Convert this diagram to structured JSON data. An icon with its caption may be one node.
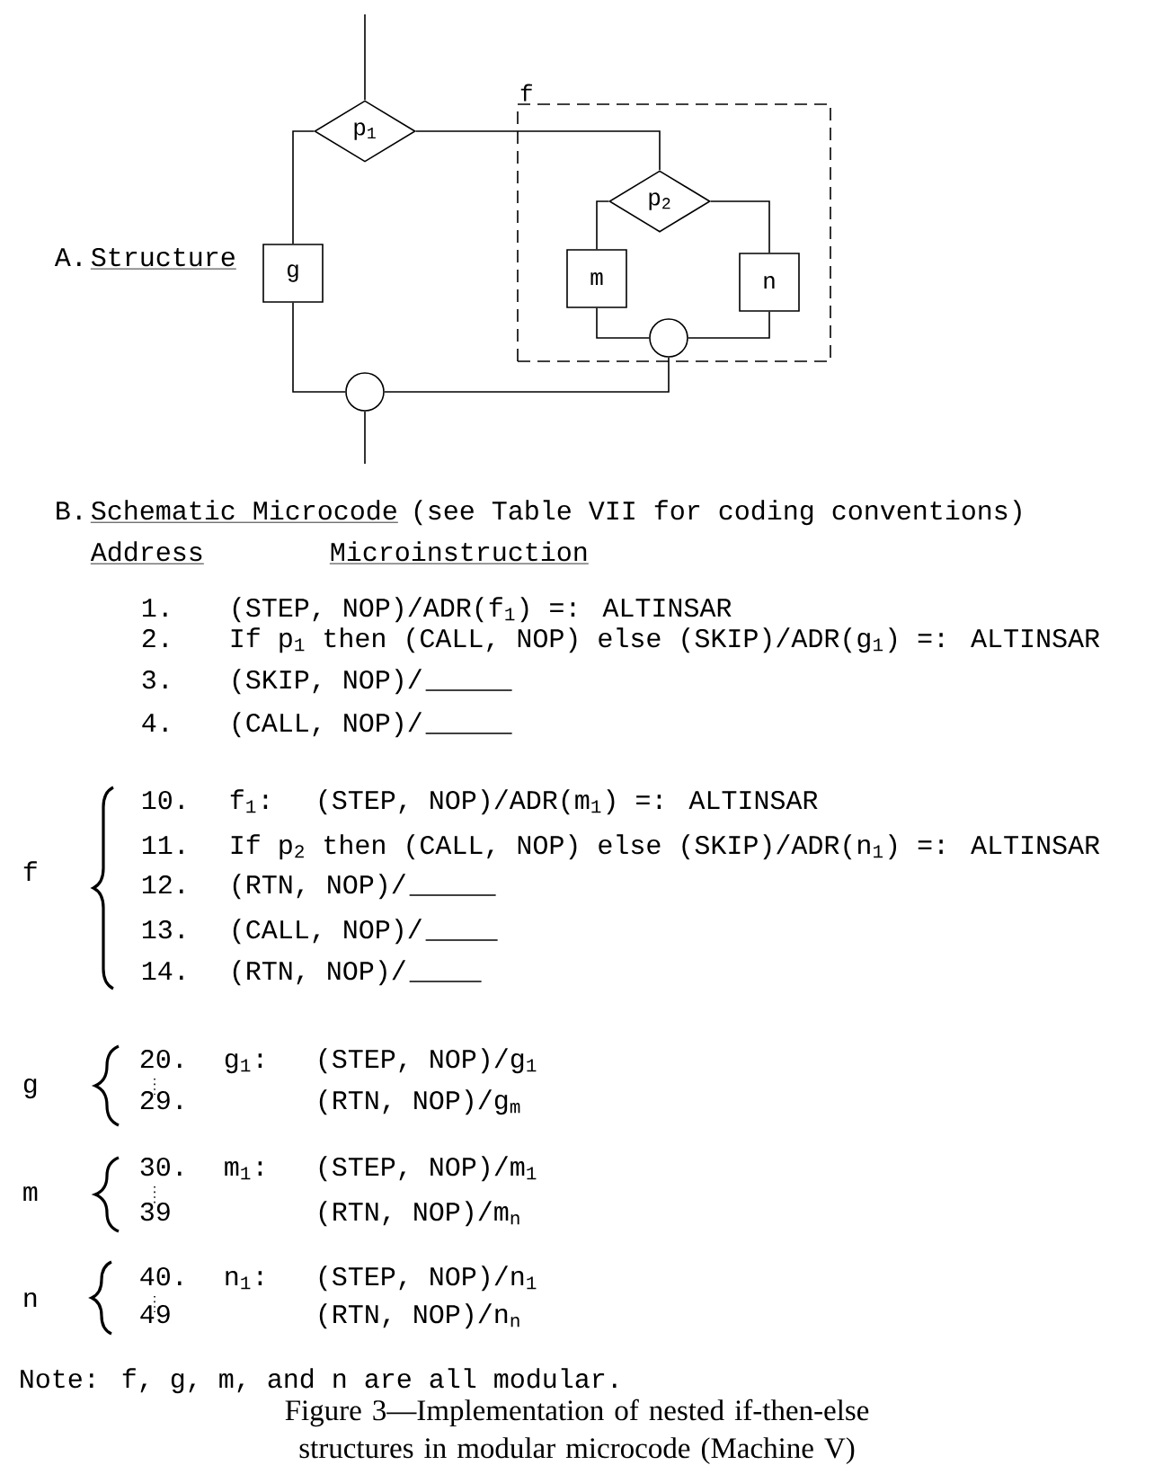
{
  "diagram": {
    "caption": "Figure 3—Implementation of nested if-then-else structures in modular microcode (Machine V)",
    "nodes": [
      {
        "text": [
          "p$_{1}$"
        ]
      },
      {
        "text": [
          "f"
        ]
      },
      {
        "text": [
          "p$_{2}$"
        ],
        "in": 1
      },
      {
        "text": [
          "m"
        ],
        "in": 1
      },
      {
        "text": [
          "n"
        ],
        "in": 1
      },
      {
        "text": [],
        "shape": "circle",
        "in": 1
      },
      {
        "text": [
          "g"
        ]
      },
      {
        "text": [],
        "shape": "circle"
      }
    ],
    "edges": [
      {
        "from": null,
        "to": 0,
        "arrow": "none"
      },
      {
        "from": 0,
        "to": 6,
        "arrow": "none"
      },
      {
        "from": 0,
        "to": 2,
        "arrow": "none"
      },
      {
        "from": 2,
        "to": 3,
        "arrow": "none"
      },
      {
        "from": 2,
        "to": 4,
        "arrow": "none"
      },
      {
        "from": 3,
        "to": 5,
        "arrow": "none"
      },
      {
        "from": 4,
        "to": 5,
        "arrow": "none"
      },
      {
        "from": 6,
        "to": 7,
        "arrow": "none"
      },
      {
        "from": 5,
        "to": 7,
        "arrow": "none"
      },
      {
        "from": 7,
        "to": null,
        "arrow": "none"
      }
    ],
    "labels": [
      "A.",
      "Structure",
      "B.",
      "Schematic Microcode",
      "(see Table VII for coding conventions)",
      "Address",
      "Microinstruction",
      "1.",
      "(STEP, NOP)/ADR(f$_{1}$) =: ALTINSAR",
      "2.",
      "If p$_{1}$ then (CALL, NOP) else (SKIP)/ADR(g$_{1}$) =: ALTINSAR",
      "3.",
      "(SKIP, NOP)/",
      "4.",
      "(CALL, NOP)/",
      "f",
      "10.",
      "f$_{1}$:",
      "(STEP, NOP)/ADR(m$_{1}$) =: ALTINSAR",
      "11.",
      "If p$_{2}$ then (CALL, NOP) else (SKIP)/ADR(n$_{1}$) =: ALTINSAR",
      "12.",
      "(RTN, NOP)/",
      "13.",
      "(CALL, NOP)/",
      "14.",
      "(RTN, NOP)/",
      "g",
      "20.",
      "g$_{1}$:",
      "(STEP, NOP)/g$_{1}$",
      "29.",
      "(RTN, NOP)/g$_{m}$",
      "m",
      "30.",
      "m$_{1}$:",
      "(STEP, NOP)/m$_{1}$",
      "39",
      "(RTN, NOP)/m$_{n}$",
      "n",
      "40.",
      "n$_{1}$:",
      "(STEP, NOP)/n$_{1}$",
      "49",
      "(RTN, NOP)/n$_{n}$",
      "Note: f, g, m, and n are all modular."
    ]
  }
}
